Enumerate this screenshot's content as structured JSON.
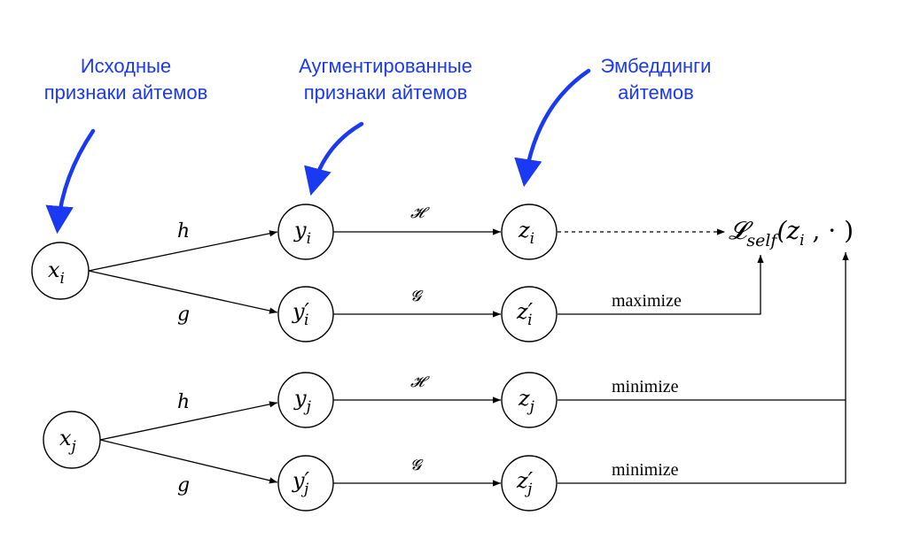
{
  "captions": {
    "raw_features": "Исходные\nпризнаки айтемов",
    "augmented_features": "Аугментированные\nпризнаки айтемов",
    "embeddings": "Эмбеддинги\nайтемов"
  },
  "nodes": {
    "x_i": "x",
    "x_i_sub": "i",
    "x_j": "x",
    "x_j_sub": "j",
    "y_i": "y",
    "y_i_sub": "i",
    "y_i_prime": "y′",
    "y_i_prime_sub": "i",
    "y_j": "y",
    "y_j_sub": "j",
    "y_j_prime": "y′",
    "y_j_prime_sub": "j",
    "z_i": "z",
    "z_i_sub": "i",
    "z_i_prime": "z′",
    "z_i_prime_sub": "i",
    "z_j": "z",
    "z_j_sub": "j",
    "z_j_prime": "z′",
    "z_j_prime_sub": "j"
  },
  "edge_labels": {
    "h_top": "h",
    "g_top": "g",
    "h_bottom": "h",
    "g_bottom": "g",
    "H_1": "𝓗",
    "G_1": "𝓖",
    "H_2": "𝓗",
    "G_2": "𝓖"
  },
  "actions": {
    "maximize": "maximize",
    "minimize_1": "minimize",
    "minimize_2": "minimize"
  },
  "loss": {
    "symbol": "𝓛",
    "subscript": "self",
    "args_open": "(z",
    "args_sub": "i",
    "args_rest": " , · )"
  },
  "colors": {
    "arrow_accent": "#1a39f2",
    "caption_text": "#1a39f2"
  }
}
